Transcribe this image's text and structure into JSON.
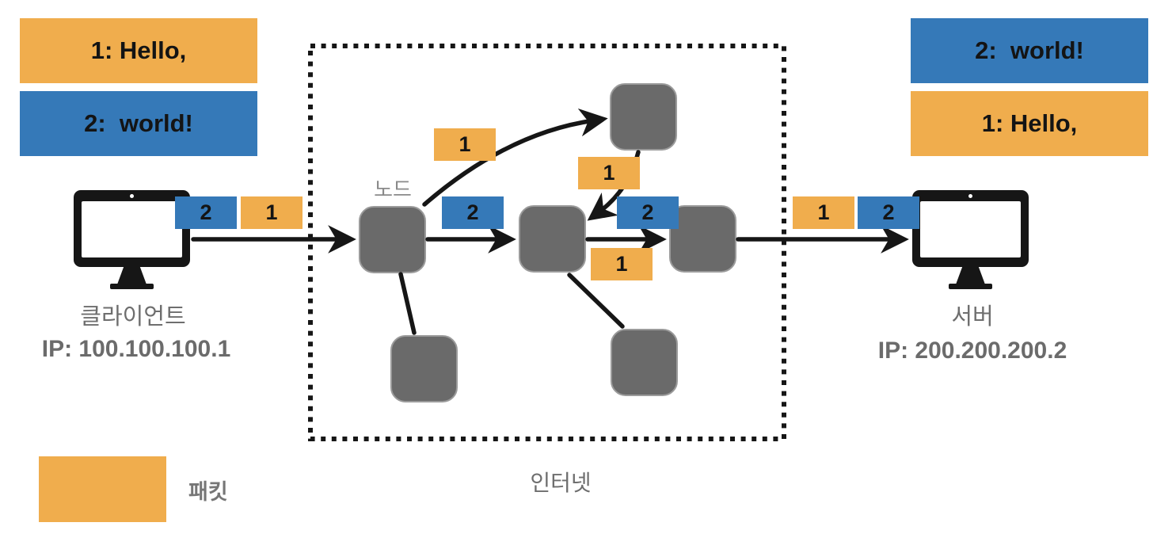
{
  "colors": {
    "orange": "#F0AD4D",
    "blue": "#3579B8",
    "node_gray": "#6A6A6A",
    "text_gray": "#6E6E6E",
    "ink": "#161616"
  },
  "client_messages": [
    {
      "text": "1: Hello,",
      "color": "orange"
    },
    {
      "text": "2:  world!",
      "color": "blue"
    }
  ],
  "server_messages": [
    {
      "text": "2:  world!",
      "color": "blue"
    },
    {
      "text": "1: Hello,",
      "color": "orange"
    }
  ],
  "client": {
    "label": "클라이언트",
    "ip": "IP: 100.100.100.1",
    "packets": [
      {
        "value": "2",
        "color": "blue"
      },
      {
        "value": "1",
        "color": "orange"
      }
    ]
  },
  "server": {
    "label": "서버",
    "ip": "IP: 200.200.200.2",
    "packets": [
      {
        "value": "1",
        "color": "orange"
      },
      {
        "value": "2",
        "color": "blue"
      }
    ]
  },
  "internet": {
    "label": "인터넷",
    "node_label": "노드",
    "node_count": 6
  },
  "inner_packets": [
    {
      "value": "1",
      "color": "orange"
    },
    {
      "value": "2",
      "color": "blue"
    },
    {
      "value": "1",
      "color": "orange"
    },
    {
      "value": "2",
      "color": "blue"
    },
    {
      "value": "1",
      "color": "orange"
    }
  ],
  "legend": {
    "label": "패킷",
    "swatch_color": "orange"
  }
}
